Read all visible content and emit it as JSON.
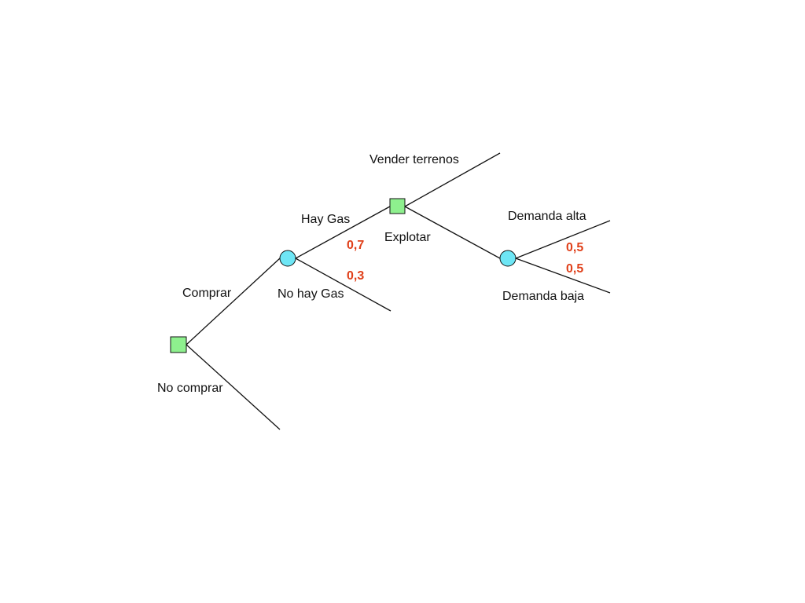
{
  "colors": {
    "line": "#111111",
    "decision_node": "#8ef08e",
    "chance_node": "#6ee6f5",
    "probability": "#e0401a",
    "label": "#111111"
  },
  "nodes": [
    {
      "id": "d1",
      "kind": "decision"
    },
    {
      "id": "c1",
      "kind": "chance"
    },
    {
      "id": "d2",
      "kind": "decision"
    },
    {
      "id": "c2",
      "kind": "chance"
    }
  ],
  "branches": {
    "comprar": {
      "label": "Comprar"
    },
    "no_comprar": {
      "label": "No comprar"
    },
    "hay_gas": {
      "label": "Hay Gas",
      "probability": "0,7"
    },
    "no_hay_gas": {
      "label": "No hay Gas",
      "probability": "0,3"
    },
    "vender_terrenos": {
      "label": "Vender terrenos"
    },
    "explotar": {
      "label": "Explotar"
    },
    "demanda_alta": {
      "label": "Demanda alta",
      "probability": "0,5"
    },
    "demanda_baja": {
      "label": "Demanda baja",
      "probability": "0,5"
    }
  }
}
